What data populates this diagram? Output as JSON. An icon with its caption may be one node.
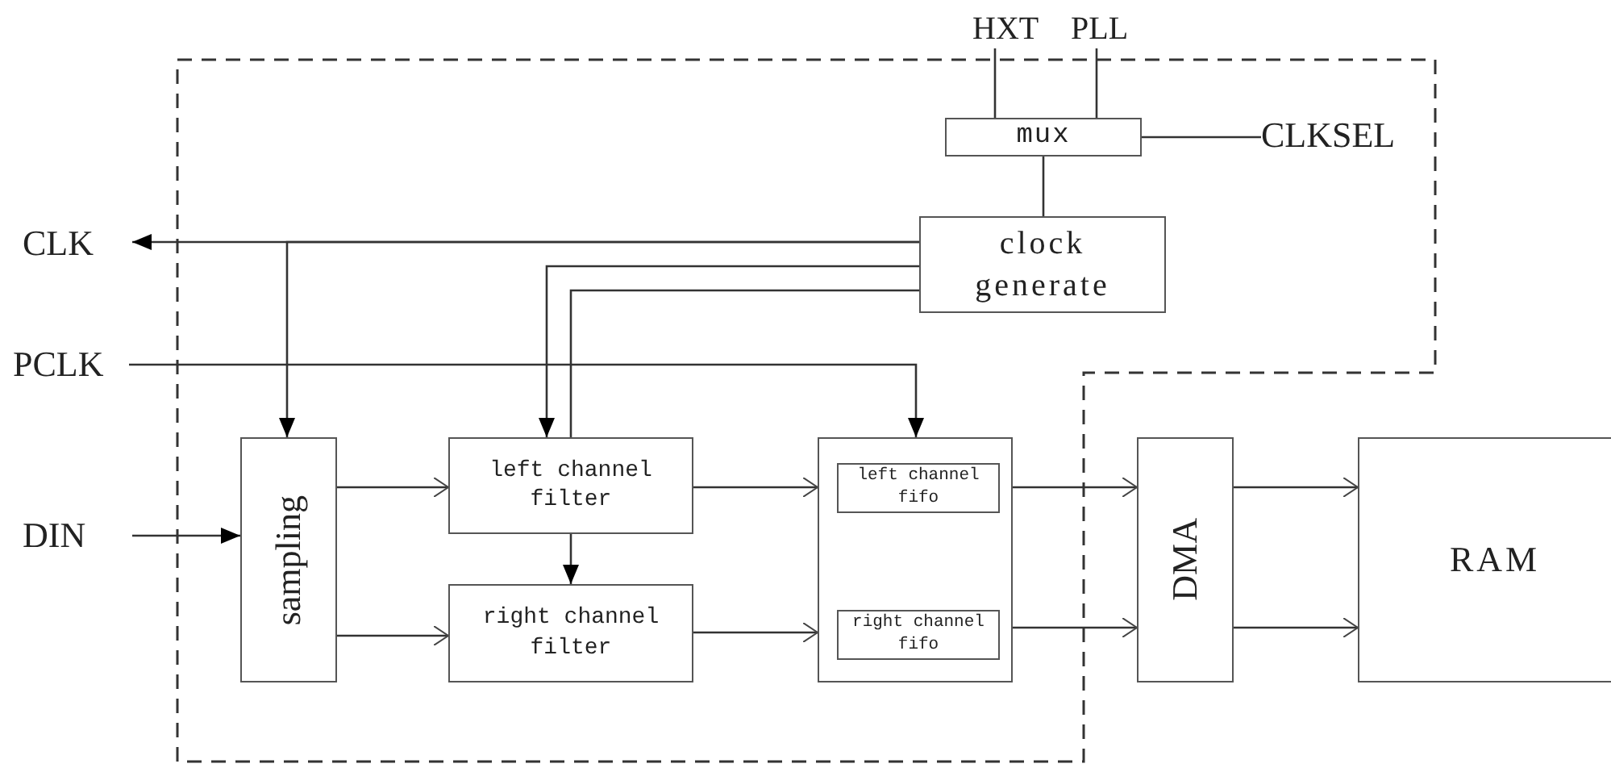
{
  "diagram": {
    "nodes": [
      {
        "text": [
          "HXT"
        ]
      },
      {
        "text": [
          "PLL"
        ]
      },
      {
        "text": [
          "mux"
        ]
      },
      {
        "text": [
          "CLKSEL"
        ]
      },
      {
        "text": [
          "clock generate"
        ]
      },
      {
        "text": [
          "CLK"
        ]
      },
      {
        "text": [
          "PCLK"
        ]
      },
      {
        "text": [
          "DIN"
        ]
      },
      {
        "text": [
          "sampling"
        ]
      },
      {
        "text": [
          "left channel filter"
        ]
      },
      {
        "text": [
          "right channel filter"
        ]
      },
      {
        "text": [],
        "shape": "box"
      },
      {
        "text": [
          "left channel fifo"
        ],
        "in": 11
      },
      {
        "text": [
          "right channel fifo"
        ],
        "in": 11
      },
      {
        "text": [
          "DMA"
        ]
      },
      {
        "text": [
          "RAM"
        ]
      }
    ],
    "edges": [
      {
        "from": 0,
        "to": 2,
        "arrow": "none"
      },
      {
        "from": 1,
        "to": 2,
        "arrow": "none"
      },
      {
        "from": 3,
        "to": 2,
        "arrow": "none"
      },
      {
        "from": 2,
        "to": 4,
        "arrow": "none"
      },
      {
        "from": 4,
        "to": 5,
        "arrow": "to"
      },
      {
        "from": 4,
        "to": 8,
        "arrow": "to"
      },
      {
        "from": 4,
        "to": 9,
        "arrow": "to"
      },
      {
        "from": 4,
        "to": 9,
        "arrow": "none"
      },
      {
        "from": 6,
        "to": 11,
        "arrow": "to"
      },
      {
        "from": 7,
        "to": 8,
        "arrow": "to"
      },
      {
        "from": 8,
        "to": 9,
        "arrow": "to"
      },
      {
        "from": 8,
        "to": 10,
        "arrow": "to"
      },
      {
        "from": 9,
        "to": 10,
        "arrow": "to"
      },
      {
        "from": 9,
        "to": 11,
        "arrow": "to"
      },
      {
        "from": 10,
        "to": 11,
        "arrow": "to"
      },
      {
        "from": 11,
        "to": 14,
        "arrow": "to"
      },
      {
        "from": 11,
        "to": 14,
        "arrow": "to"
      },
      {
        "from": 14,
        "to": 15,
        "arrow": "to"
      },
      {
        "from": 14,
        "to": 15,
        "arrow": "to"
      }
    ]
  }
}
